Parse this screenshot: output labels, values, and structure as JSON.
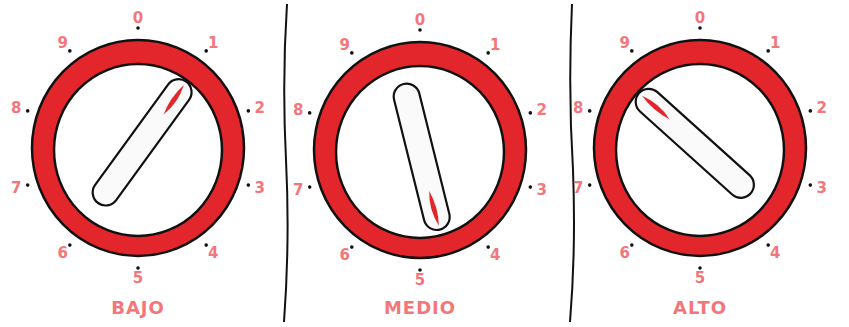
{
  "diagram": {
    "labels": [
      "0",
      "1",
      "2",
      "3",
      "4",
      "5",
      "6",
      "7",
      "8",
      "9",
      "BAJO",
      "0",
      "1",
      "2",
      "3",
      "4",
      "5",
      "6",
      "7",
      "8",
      "9",
      "MEDIO",
      "0",
      "1",
      "2",
      "3",
      "4",
      "5",
      "6",
      "7",
      "8",
      "9",
      "ALTO"
    ]
  }
}
